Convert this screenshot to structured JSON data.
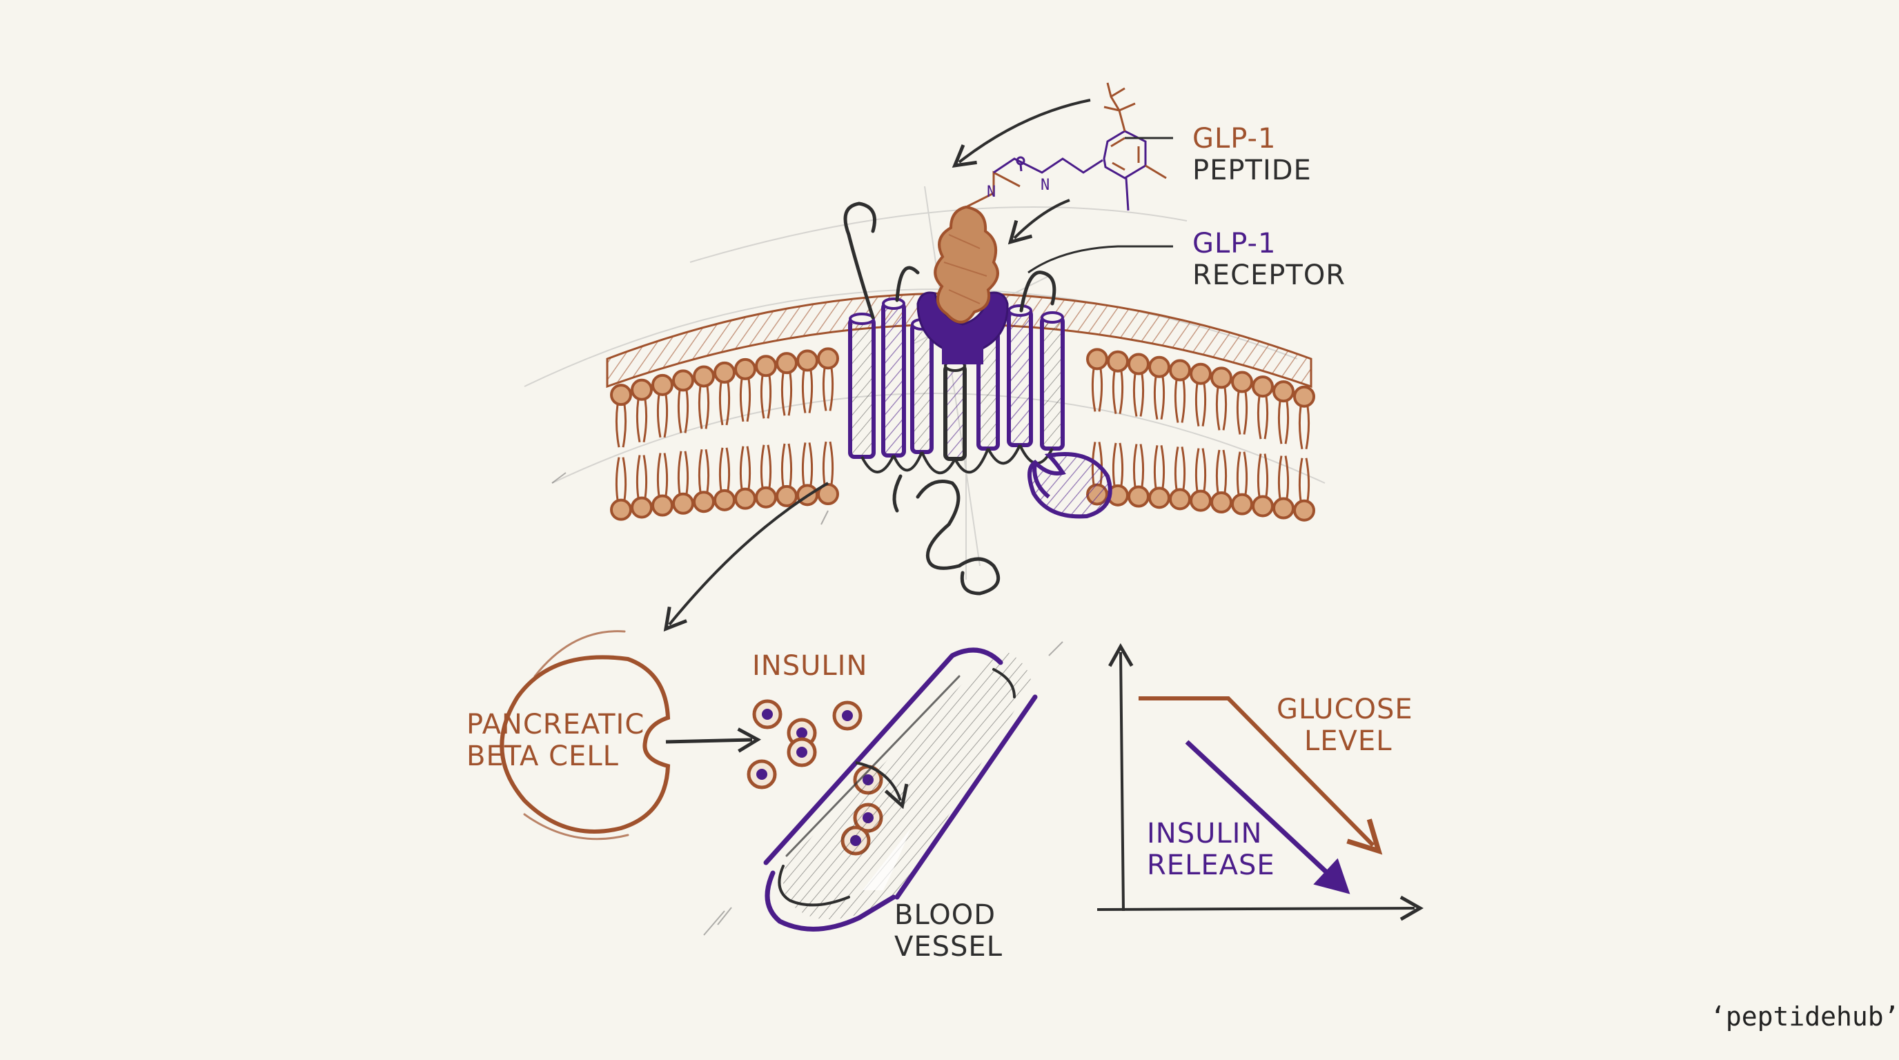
{
  "labels": {
    "glp1_peptide": [
      "GLP-1",
      "PEPTIDE"
    ],
    "glp1_receptor": [
      "GLP-1",
      "RECEPTOR"
    ],
    "insulin": "INSULIN",
    "pancreatic_beta_cell": [
      "PANCREATIC",
      "BETA CELL"
    ],
    "blood_vessel": [
      "BLOOD",
      "VESSEL"
    ],
    "glucose_level": [
      "GLUCOSE",
      "LEVEL"
    ],
    "insulin_release": [
      "INSULIN",
      "RELEASE"
    ]
  },
  "brand": "‘peptidehub’",
  "colors": {
    "orange": "#a0522d",
    "purple": "#4b1d8a",
    "ink": "#2e2e2e",
    "paper": "#f7f5ee"
  }
}
